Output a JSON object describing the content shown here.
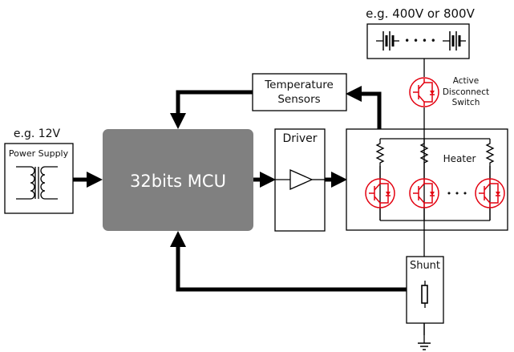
{
  "title": "BMS heater control block diagram",
  "colors": {
    "mcu_fill": "#808080",
    "mcu_text": "#ffffff",
    "igbt": "#e3000f",
    "line": "#000000"
  },
  "labels": {
    "hv_voltage": "e.g. 400V or 800V",
    "lv_voltage": "e.g. 12V",
    "power_supply": "Power Supply",
    "mcu": "32bits MCU",
    "driver": "Driver",
    "temp_line1": "Temperature",
    "temp_line2": "Sensors",
    "heater": "Heater",
    "shunt": "Shunt",
    "switch_line1": "Active",
    "switch_line2": "Disconnect",
    "switch_line3": "Switch",
    "battery_dots": "• • • •",
    "igbt_dots": "• • •"
  },
  "blocks": [
    {
      "id": "power-supply",
      "label": "Power Supply",
      "symbol": "transformer-icon"
    },
    {
      "id": "mcu",
      "label": "32bits MCU"
    },
    {
      "id": "driver",
      "label": "Driver",
      "symbol": "buffer-amplifier-icon"
    },
    {
      "id": "temperature-sensors",
      "label": "Temperature Sensors"
    },
    {
      "id": "heater",
      "label": "Heater",
      "symbol": "resistor-igbt-array"
    },
    {
      "id": "hv-battery",
      "label": "e.g. 400V or 800V",
      "symbol": "battery-stack-icon"
    },
    {
      "id": "active-disconnect-switch",
      "label": "Active Disconnect Switch",
      "symbol": "igbt-icon"
    },
    {
      "id": "shunt",
      "label": "Shunt",
      "symbol": "resistor-icon"
    }
  ],
  "connections": [
    {
      "from": "power-supply",
      "to": "mcu"
    },
    {
      "from": "mcu",
      "to": "driver"
    },
    {
      "from": "driver",
      "to": "heater"
    },
    {
      "from": "heater",
      "to": "temperature-sensors"
    },
    {
      "from": "temperature-sensors",
      "to": "mcu"
    },
    {
      "from": "shunt",
      "to": "mcu"
    }
  ]
}
